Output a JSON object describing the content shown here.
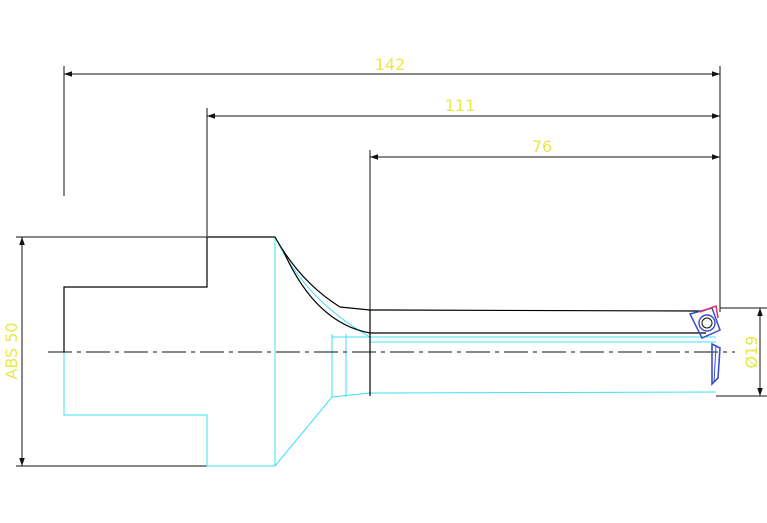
{
  "colors": {
    "background": "#ffffff",
    "dimension_line": "#111111",
    "dimension_text": "#e8e84a",
    "profile": "#3fe0f0",
    "outline": "#000000",
    "insert": "#3a4ec8",
    "insert_accent": "#e0306a"
  },
  "dimensions": {
    "overall_length": "142",
    "shoulder_length": "111",
    "bar_length": "76",
    "shank_diameter": "ABS 50",
    "bore_diameter": "Ø19"
  }
}
